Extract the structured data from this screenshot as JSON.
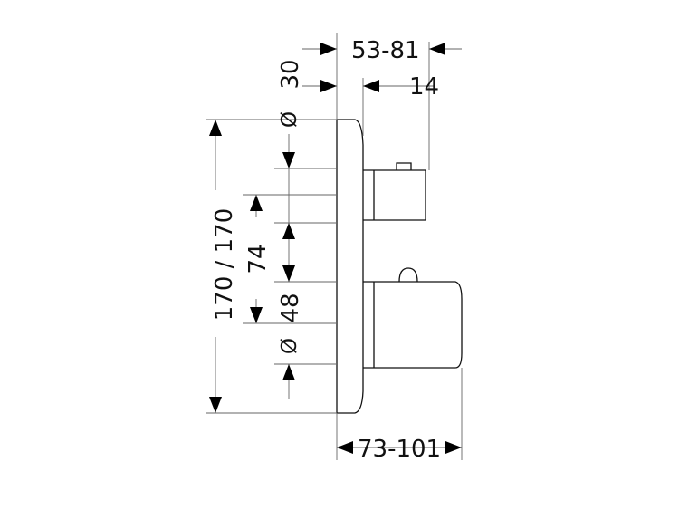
{
  "diagram": {
    "type": "technical-dimension-drawing",
    "subject": "concealed thermostatic shower mixer with two handles",
    "dimensions": {
      "depth_total": "53-81",
      "plate_depth": "30",
      "knob_offset": "14",
      "height_total": "170 / 170",
      "center_spacing": "74",
      "lower_offset": "48",
      "diameter_upper": "Ø",
      "diameter_lower": "Ø",
      "depth_bottom": "73-101"
    },
    "colors": {
      "line": "#111111",
      "guide": "#666666",
      "background": "#ffffff"
    }
  }
}
